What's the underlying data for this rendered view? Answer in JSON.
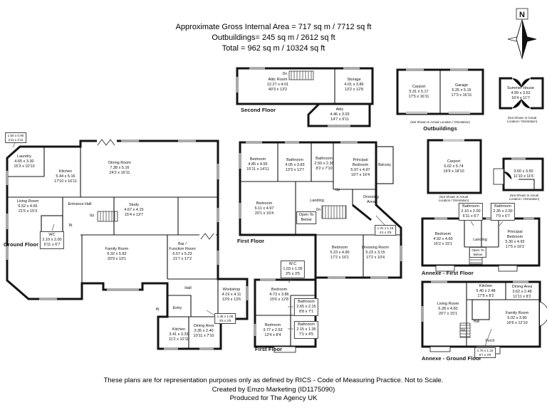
{
  "title": {
    "line1": "Approximate Gross Internal Area = 717 sq m / 7712 sq ft",
    "line2": "Outbuildings= 245 sq m / 2612 sq ft",
    "line3": "Total = 962 sq m / 10324 sq ft"
  },
  "footer": {
    "line1": "These plans are for representation purposes only as defined by RICS - Code of Measuring Practice. Not to Scale.",
    "line2": "Created by Emzo Marketing (ID1175090)",
    "line3": "Produced for The Agency UK"
  },
  "compass": {
    "north": "N"
  },
  "labels": {
    "callout_g1": [
      "1.50 x 0.90",
      "4'11 x 2'11"
    ],
    "laundry": [
      "Laundry",
      "4.65 x 3.30",
      "15'3 x 10'10"
    ],
    "kitchen_main": [
      "Kitchen",
      "5.44 x 5.16",
      "17'10 x 16'11"
    ],
    "dining_room": [
      "Dining Room",
      "7.38 x 5.16",
      "24'2 x 16'11"
    ],
    "living_room": [
      "Living Room",
      "6.52 x 4.65",
      "21'5 x 15'3"
    ],
    "entrance_hall": [
      "Entrance Hall"
    ],
    "up_g": [
      "Up"
    ],
    "in1": [
      "IN"
    ],
    "in2": [
      "IN"
    ],
    "wc": [
      "WC",
      "2.10 x 2.00",
      "6'11 x 6'7"
    ],
    "study": [
      "Study",
      "4.67 x 4.15",
      "15'4 x 13'7"
    ],
    "family_room": [
      "Family Room",
      "6.32 x 5.82",
      "20'9 x 19'1"
    ],
    "bar_function": [
      "Bar /",
      "Function Room",
      "6.57 x 5.23",
      "21'7 x 17'2"
    ],
    "hall_main": [
      "Hall"
    ],
    "workshop": [
      "Workshop",
      "4.19 x 4.11",
      "13'9 x 13'6"
    ],
    "entry": [
      "Entry"
    ],
    "kitchen2": [
      "Kitchen",
      "3.41 x 3.33",
      "11'2 x 10'11"
    ],
    "dining_area2": [
      "Dining Area",
      "3.35 x 2.40",
      "10'11 x 7'10"
    ],
    "callout_g2": [
      "1.35 x 1.05",
      "4'5 x 3'5"
    ],
    "ground_label": [
      "Ground Floor"
    ],
    "bedroom_f1": [
      "Bedroom",
      "4.85 x 4.55",
      "15'11 x 14'11"
    ],
    "bathroom_f1": [
      "Bathroom",
      "4.05 x 3.83",
      "13'3 x 12'7"
    ],
    "bathroom_f2": [
      "Bathroom",
      "2.50 x 2.38",
      "8'2 x 7'10"
    ],
    "principal_f": [
      "Principal",
      "Bedroom",
      "5.97 x 4.97",
      "19'7 x 16'4"
    ],
    "balcony": [
      "Balcony"
    ],
    "bedroom_f2": [
      "Bedroom",
      "6.11 x 4.97",
      "20'1 x 16'4"
    ],
    "landing_f": [
      "Landing"
    ],
    "up_f": [
      "Up"
    ],
    "dn_f": [
      "Dn"
    ],
    "open_below_f": [
      "Open To",
      "Below"
    ],
    "dressing_area": [
      "Dressing",
      "Area"
    ],
    "bedroom_f3": [
      "Bedroom",
      "5.23 x 4.90",
      "17'2 x 16'1"
    ],
    "dressing_room": [
      "Dressing Room",
      "5.23 x 3.15",
      "17'2 x 10'4"
    ],
    "callout_f1": [
      "1.31 x 1.15",
      "4'4 x 3'9"
    ],
    "first_floor_label": [
      "First Floor"
    ],
    "attic_room": [
      "Attic Room",
      "12.27 x 4.01",
      "40'3 x 13'2"
    ],
    "storage": [
      "Storage",
      "4.01 x 3.86",
      "13'2 x 12'8"
    ],
    "attic": [
      "Attic",
      "4.46 x 3.03",
      "14'7 x 9'11"
    ],
    "dn_s": [
      "Dn"
    ],
    "second_floor_label": [
      "Second Floor"
    ],
    "wc_callout": [
      "W.C",
      "1.03 x 1.05",
      "3'5 x 3'5"
    ],
    "bedroom_s1": [
      "Bedroom",
      "4.73 x 3.86",
      "15'6 x 12'8"
    ],
    "bathroom_s1": [
      "Bathroom",
      "2.65 x 2.15",
      "8'8 x 7'1"
    ],
    "bedroom_s2": [
      "Bedroom",
      "3.77 x 2.53",
      "12'4 x 8'4"
    ],
    "bathroom_s2": [
      "Bathroom",
      "2.15 x 1.35",
      "7'1 x 4'5"
    ],
    "first_floor2_label": [
      "First Floor"
    ],
    "carport1": [
      "Carport",
      "5.31 x 5.17",
      "17'5 x 16'11"
    ],
    "garage": [
      "Garage",
      "5.25 x 5.15",
      "17'3 x 16'11"
    ],
    "outb_note": [
      "(Not Shown In Actual Location / Orientation)"
    ],
    "outbuildings_label": [
      "Outbuildings"
    ],
    "summer_house": [
      "Summer House",
      "4.99 x 3.52",
      "16'4 x 11'7"
    ],
    "summer_note": [
      "(Not Shown In Actual",
      "Location / Orientation)"
    ],
    "carport2": [
      "Carport",
      "6.02 x 5.74",
      "19'9 x 18'10"
    ],
    "carport2_note": [
      "(Not Shown In Actual",
      "Location / Orientation)"
    ],
    "outb3": [
      "3.60 x 3.50",
      "11'10 x 11'6"
    ],
    "outb3_note": [
      "(Not Shown In Actual",
      "Location / Orientation)"
    ],
    "ax_bath1": [
      "Bathroom",
      "2.10 x 2.00",
      "6'11 x 6'7"
    ],
    "ax_bath2": [
      "Bathroom",
      "2.35 x 2.00",
      "7'9 x 6'7"
    ],
    "ax_bedroom": [
      "Bedroom",
      "4.92 x 4.60",
      "16'2 x 15'1"
    ],
    "ax_landing": [
      "Landing"
    ],
    "ax_openbelow": [
      "Open To",
      "Below"
    ],
    "ax_principal": [
      "Principal",
      "Bedroom",
      "5.30 x 4.92",
      "17'5 x 16'2"
    ],
    "annexe_first_label": [
      "Annexe - First Floor"
    ],
    "ag_living": [
      "Living Room",
      "6.28 x 4.60",
      "20'7 x 15'1"
    ],
    "ag_kitchen": [
      "Kitchen",
      "5.40 x 2.48",
      "17'9 x 8'2"
    ],
    "ag_dining": [
      "Dining Area",
      "3.62 x 2.48",
      "11'11 x 8'2"
    ],
    "ag_family": [
      "Family Room",
      "5.02 x 3.90",
      "16'6 x 12'10"
    ],
    "ag_hall": [
      "Hall"
    ],
    "ag_up": [
      "Up"
    ],
    "ag_porch": [
      "Porch"
    ],
    "ag_callout": [
      "1.70 x 1.15",
      "5'7 x 3'9"
    ],
    "annexe_ground_label": [
      "Annexe - Ground Floor"
    ]
  }
}
